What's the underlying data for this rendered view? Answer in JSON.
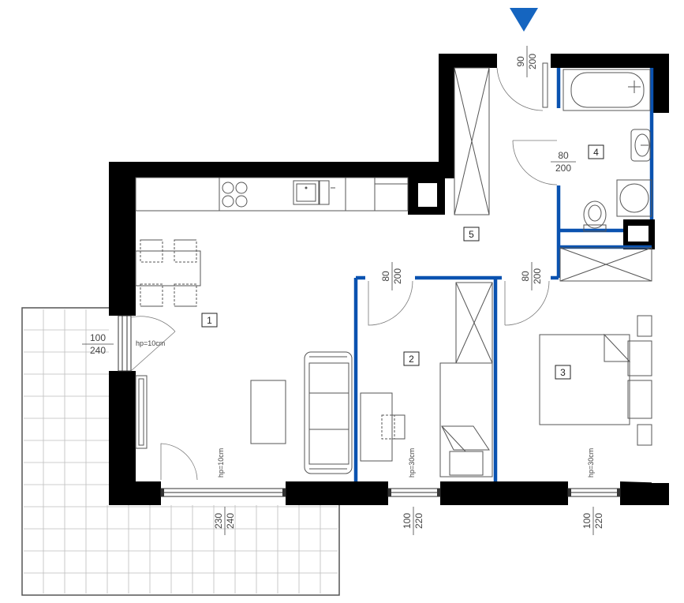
{
  "plan": {
    "accent_color": "#1565c0",
    "wall_color": "#000000",
    "partition_color": "#0a52b0",
    "entrance_marker": "triangle-down-icon",
    "rooms": [
      {
        "id": "1"
      },
      {
        "id": "2"
      },
      {
        "id": "3"
      },
      {
        "id": "4"
      },
      {
        "id": "5"
      }
    ],
    "dimensions": {
      "entrance_door": {
        "width": "90",
        "height": "200"
      },
      "bathroom_door": {
        "width": "80",
        "height": "200"
      },
      "room2_door": {
        "width": "80",
        "height": "200"
      },
      "room3_door": {
        "width": "80",
        "height": "200"
      },
      "balcony_door": {
        "width": "100",
        "height": "240"
      },
      "terrace_window": {
        "width": "230",
        "height": "240"
      },
      "room2_window": {
        "width": "100",
        "height": "220"
      },
      "room3_window": {
        "width": "100",
        "height": "220"
      }
    },
    "sill_notes": {
      "balcony": "hp=10cm",
      "terrace": "hp=10cm",
      "room2": "hp=30cm",
      "room3": "hp=30cm"
    }
  }
}
